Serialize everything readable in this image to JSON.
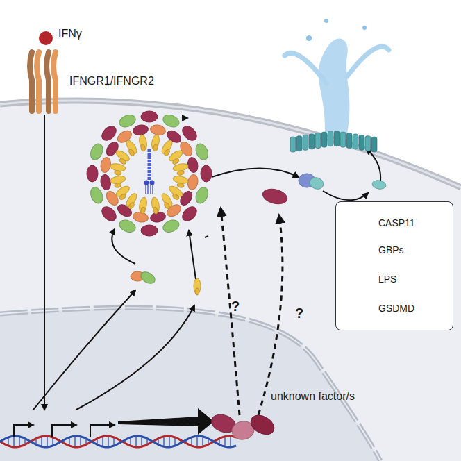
{
  "diagram": {
    "labels": [
      "IFNγ",
      "IFNGR1/IFNGR2",
      "?",
      "?",
      "unknown factor/s"
    ],
    "legend": [
      {
        "text": "CASP11"
      },
      {
        "text": "GBPs"
      },
      {
        "text": "LPS"
      },
      {
        "text": "GSDMD"
      }
    ]
  }
}
